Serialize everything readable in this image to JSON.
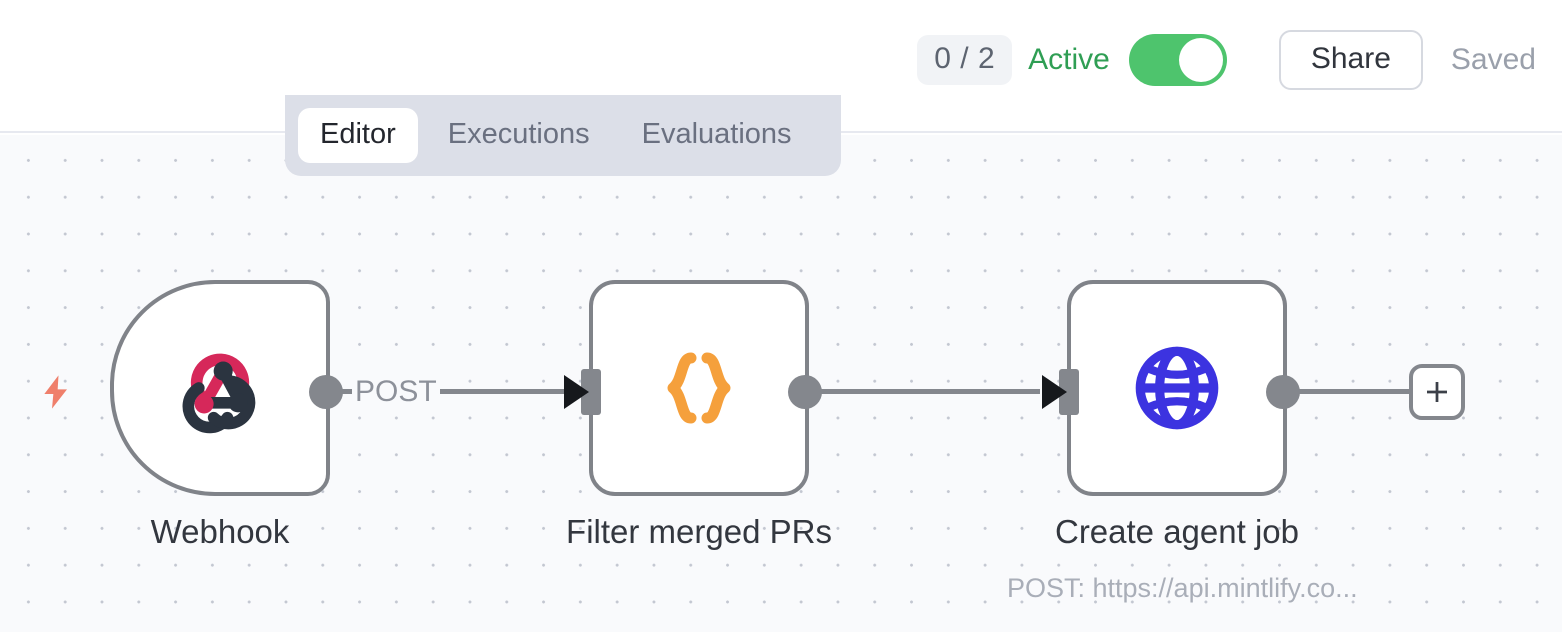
{
  "header": {
    "run_badge": "0 / 2",
    "active_label": "Active",
    "toggle_state": "on",
    "share_label": "Share",
    "saved_label": "Saved",
    "active_color": "#2f9e54",
    "toggle_color": "#4ec46d"
  },
  "tabs": [
    {
      "label": "Editor",
      "active": true
    },
    {
      "label": "Executions",
      "active": false
    },
    {
      "label": "Evaluations",
      "active": false
    }
  ],
  "canvas": {
    "background": "#f9fafc",
    "dot_color": "#c3c7d1",
    "trigger_icon": "lightning-bolt-icon",
    "trigger_icon_color": "#ef7f6b"
  },
  "nodes": [
    {
      "id": "webhook",
      "title": "Webhook",
      "subtitle": "",
      "icon": "webhook-icon",
      "icon_colors": [
        "#d6285a",
        "#2b3440"
      ],
      "shape": "trigger"
    },
    {
      "id": "filter",
      "title": "Filter merged PRs",
      "subtitle": "",
      "icon": "code-braces-icon",
      "icon_colors": [
        "#f5a03c"
      ],
      "shape": "standard"
    },
    {
      "id": "http",
      "title": "Create agent job",
      "subtitle": "POST: https://api.mintlify.co...",
      "icon": "globe-icon",
      "icon_colors": [
        "#3c33e0"
      ],
      "shape": "standard"
    }
  ],
  "edges": [
    {
      "from": "webhook",
      "to": "filter",
      "label": "POST"
    },
    {
      "from": "filter",
      "to": "http",
      "label": ""
    }
  ],
  "add_node_button": {
    "icon": "plus-icon",
    "label": "+"
  }
}
